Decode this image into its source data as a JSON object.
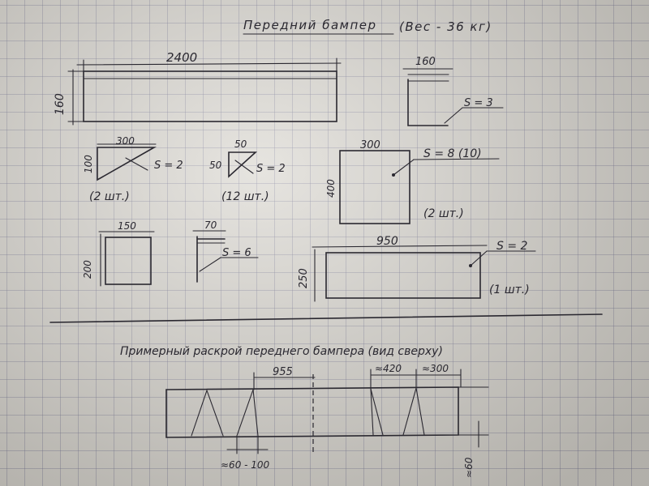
{
  "title": "Передний бампер",
  "title_weight": "(Вес - 36 кг)",
  "beam": {
    "length": "2400",
    "height": "160"
  },
  "angle_profile": {
    "width": "160",
    "thickness": "S = 3"
  },
  "bracket_small": {
    "width": "300",
    "height": "100",
    "thickness": "S = 2",
    "qty": "(2 шт.)"
  },
  "gusset": {
    "size_a": "50",
    "size_b": "50",
    "thickness": "S = 2",
    "qty": "(12 шт.)"
  },
  "plate_square": {
    "width": "300",
    "height": "400",
    "thickness": "S = 8 (10)",
    "qty": "(2 шт.)"
  },
  "plate_small": {
    "width": "150",
    "height": "200"
  },
  "angle_small": {
    "width": "70",
    "thickness": "S = 6"
  },
  "plate_long": {
    "width": "950",
    "height": "250",
    "thickness": "S = 2",
    "qty": "(1 шт.)"
  },
  "layout": {
    "heading": "Примерный раскрой переднего бампера (вид сверху)",
    "dim_955": "955",
    "dim_420": "≈420",
    "dim_300": "≈300",
    "dim_60_100": "≈60 - 100",
    "dim_60": "≈60"
  }
}
